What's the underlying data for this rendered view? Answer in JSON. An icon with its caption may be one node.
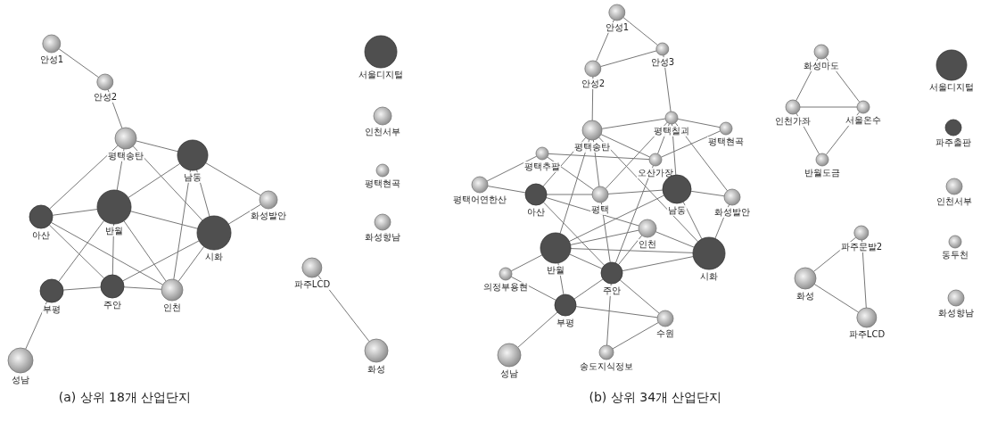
{
  "diagram": {
    "nodes": [
      {
        "text": [
          "안성1"
        ]
      },
      {
        "text": [
          "안성2"
        ]
      },
      {
        "text": [
          "평택송탄"
        ]
      },
      {
        "text": [
          "남동"
        ]
      },
      {
        "text": [
          "화성발안"
        ]
      },
      {
        "text": [
          "아산"
        ]
      },
      {
        "text": [
          "반월"
        ]
      },
      {
        "text": [
          "시화"
        ]
      },
      {
        "text": [
          "부평"
        ]
      },
      {
        "text": [
          "주안"
        ]
      },
      {
        "text": [
          "인천"
        ]
      },
      {
        "text": [
          "성남"
        ]
      },
      {
        "text": [
          "서울디지털"
        ]
      },
      {
        "text": [
          "인천서부"
        ]
      },
      {
        "text": [
          "평택현곡"
        ]
      },
      {
        "text": [
          "화성향남"
        ]
      },
      {
        "text": [
          "파주LCD"
        ]
      },
      {
        "text": [
          "화성"
        ]
      },
      {
        "text": [
          "안성1"
        ]
      },
      {
        "text": [
          "안성3"
        ]
      },
      {
        "text": [
          "안성2"
        ]
      },
      {
        "text": [
          "평택칠괴"
        ]
      },
      {
        "text": [
          "평택송탄"
        ]
      },
      {
        "text": [
          "평택현곡"
        ]
      },
      {
        "text": [
          "평택추팔"
        ]
      },
      {
        "text": [
          "오산가장"
        ]
      },
      {
        "text": [
          "평택어연한산"
        ]
      },
      {
        "text": [
          "아산"
        ]
      },
      {
        "text": [
          "평택"
        ]
      },
      {
        "text": [
          "남동"
        ]
      },
      {
        "text": [
          "화성발안"
        ]
      },
      {
        "text": [
          "인천"
        ]
      },
      {
        "text": [
          "반월"
        ]
      },
      {
        "text": [
          "시화"
        ]
      },
      {
        "text": [
          "의정부용현"
        ]
      },
      {
        "text": [
          "주안"
        ]
      },
      {
        "text": [
          "부평"
        ]
      },
      {
        "text": [
          "수원"
        ]
      },
      {
        "text": [
          "성남"
        ]
      },
      {
        "text": [
          "송도지식정보"
        ]
      },
      {
        "text": [
          "화성마도"
        ]
      },
      {
        "text": [
          "인천가좌"
        ]
      },
      {
        "text": [
          "서울온수"
        ]
      },
      {
        "text": [
          "반월도금"
        ]
      },
      {
        "text": [
          "서울디지털"
        ]
      },
      {
        "text": [
          "파주출판"
        ]
      },
      {
        "text": [
          "인천서부"
        ]
      },
      {
        "text": [
          "동두천"
        ]
      },
      {
        "text": [
          "화성향남"
        ]
      },
      {
        "text": [
          "파주문발2"
        ]
      },
      {
        "text": [
          "화성"
        ]
      },
      {
        "text": [
          "파주LCD"
        ]
      }
    ],
    "edges": [
      {
        "from": 0,
        "to": 1,
        "arrow": "none"
      },
      {
        "from": 1,
        "to": 2,
        "arrow": "none"
      },
      {
        "from": 2,
        "to": 3,
        "arrow": "none"
      },
      {
        "from": 2,
        "to": 5,
        "arrow": "none"
      },
      {
        "from": 2,
        "to": 6,
        "arrow": "none"
      },
      {
        "from": 2,
        "to": 7,
        "arrow": "none"
      },
      {
        "from": 3,
        "to": 4,
        "arrow": "none"
      },
      {
        "from": 3,
        "to": 6,
        "arrow": "none"
      },
      {
        "from": 3,
        "to": 10,
        "arrow": "none"
      },
      {
        "from": 3,
        "to": 7,
        "arrow": "none"
      },
      {
        "from": 4,
        "to": 7,
        "arrow": "none"
      },
      {
        "from": 5,
        "to": 6,
        "arrow": "none"
      },
      {
        "from": 5,
        "to": 9,
        "arrow": "none"
      },
      {
        "from": 5,
        "to": 10,
        "arrow": "none"
      },
      {
        "from": 6,
        "to": 7,
        "arrow": "none"
      },
      {
        "from": 6,
        "to": 8,
        "arrow": "none"
      },
      {
        "from": 6,
        "to": 9,
        "arrow": "none"
      },
      {
        "from": 6,
        "to": 10,
        "arrow": "none"
      },
      {
        "from": 7,
        "to": 9,
        "arrow": "none"
      },
      {
        "from": 7,
        "to": 10,
        "arrow": "none"
      },
      {
        "from": 8,
        "to": 9,
        "arrow": "none"
      },
      {
        "from": 9,
        "to": 10,
        "arrow": "none"
      },
      {
        "from": 8,
        "to": 11,
        "arrow": "none"
      },
      {
        "from": 16,
        "to": 17,
        "arrow": "none"
      },
      {
        "from": 18,
        "to": 20,
        "arrow": "none"
      },
      {
        "from": 18,
        "to": 19,
        "arrow": "none"
      },
      {
        "from": 19,
        "to": 20,
        "arrow": "none"
      },
      {
        "from": 20,
        "to": 22,
        "arrow": "none"
      },
      {
        "from": 19,
        "to": 21,
        "arrow": "none"
      },
      {
        "from": 22,
        "to": 21,
        "arrow": "none"
      },
      {
        "from": 21,
        "to": 23,
        "arrow": "none"
      },
      {
        "from": 22,
        "to": 25,
        "arrow": "none"
      },
      {
        "from": 22,
        "to": 28,
        "arrow": "none"
      },
      {
        "from": 22,
        "to": 27,
        "arrow": "none"
      },
      {
        "from": 22,
        "to": 32,
        "arrow": "none"
      },
      {
        "from": 22,
        "to": 33,
        "arrow": "none"
      },
      {
        "from": 21,
        "to": 28,
        "arrow": "none"
      },
      {
        "from": 21,
        "to": 25,
        "arrow": "none"
      },
      {
        "from": 21,
        "to": 29,
        "arrow": "none"
      },
      {
        "from": 21,
        "to": 30,
        "arrow": "none"
      },
      {
        "from": 23,
        "to": 25,
        "arrow": "none"
      },
      {
        "from": 25,
        "to": 35,
        "arrow": "none"
      },
      {
        "from": 24,
        "to": 26,
        "arrow": "none"
      },
      {
        "from": 24,
        "to": 25,
        "arrow": "none"
      },
      {
        "from": 24,
        "to": 28,
        "arrow": "none"
      },
      {
        "from": 26,
        "to": 27,
        "arrow": "none"
      },
      {
        "from": 27,
        "to": 28,
        "arrow": "none"
      },
      {
        "from": 27,
        "to": 35,
        "arrow": "none"
      },
      {
        "from": 27,
        "to": 31,
        "arrow": "none"
      },
      {
        "from": 28,
        "to": 29,
        "arrow": "none"
      },
      {
        "from": 28,
        "to": 35,
        "arrow": "none"
      },
      {
        "from": 29,
        "to": 30,
        "arrow": "none"
      },
      {
        "from": 29,
        "to": 33,
        "arrow": "none"
      },
      {
        "from": 30,
        "to": 33,
        "arrow": "none"
      },
      {
        "from": 32,
        "to": 29,
        "arrow": "none"
      },
      {
        "from": 32,
        "to": 31,
        "arrow": "none"
      },
      {
        "from": 32,
        "to": 33,
        "arrow": "none"
      },
      {
        "from": 32,
        "to": 35,
        "arrow": "none"
      },
      {
        "from": 32,
        "to": 36,
        "arrow": "none"
      },
      {
        "from": 32,
        "to": 34,
        "arrow": "none"
      },
      {
        "from": 34,
        "to": 36,
        "arrow": "none"
      },
      {
        "from": 31,
        "to": 33,
        "arrow": "none"
      },
      {
        "from": 31,
        "to": 35,
        "arrow": "none"
      },
      {
        "from": 35,
        "to": 33,
        "arrow": "none"
      },
      {
        "from": 35,
        "to": 36,
        "arrow": "none"
      },
      {
        "from": 35,
        "to": 37,
        "arrow": "none"
      },
      {
        "from": 35,
        "to": 39,
        "arrow": "none"
      },
      {
        "from": 36,
        "to": 37,
        "arrow": "none"
      },
      {
        "from": 36,
        "to": 38,
        "arrow": "none"
      },
      {
        "from": 37,
        "to": 39,
        "arrow": "none"
      },
      {
        "from": 40,
        "to": 41,
        "arrow": "none"
      },
      {
        "from": 40,
        "to": 42,
        "arrow": "none"
      },
      {
        "from": 41,
        "to": 42,
        "arrow": "none"
      },
      {
        "from": 41,
        "to": 43,
        "arrow": "none"
      },
      {
        "from": 42,
        "to": 43,
        "arrow": "none"
      },
      {
        "from": 49,
        "to": 50,
        "arrow": "none"
      },
      {
        "from": 49,
        "to": 51,
        "arrow": "none"
      },
      {
        "from": 50,
        "to": 51,
        "arrow": "none"
      }
    ],
    "labels": [
      "(a) 상위 18개 산업단지",
      "(b) 상위 34개 산업단지"
    ]
  }
}
